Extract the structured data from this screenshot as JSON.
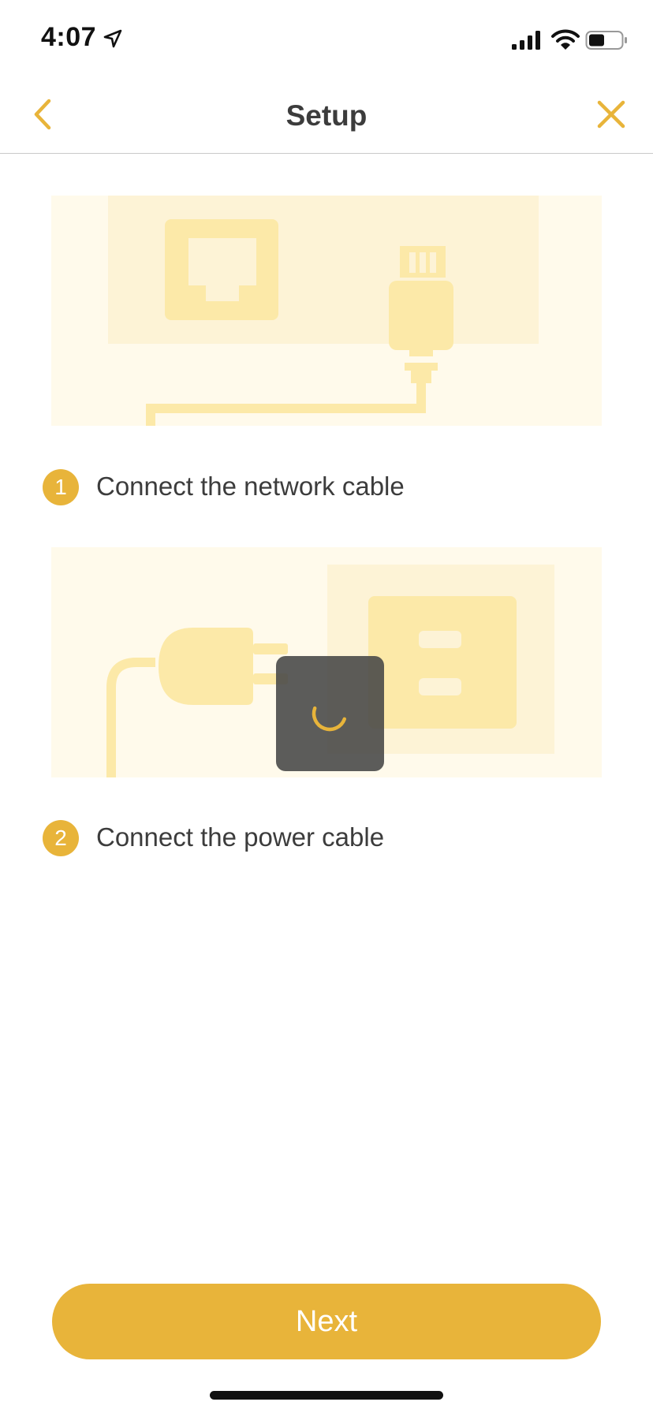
{
  "status_bar": {
    "time": "4:07",
    "icons": [
      "location-arrow-icon",
      "cellular-signal-icon",
      "wifi-icon",
      "battery-icon"
    ]
  },
  "nav": {
    "title": "Setup",
    "back_icon": "chevron-left-icon",
    "close_icon": "close-icon"
  },
  "steps": [
    {
      "number": "1",
      "label": "Connect the network cable",
      "illustration": "network-cable-illustration"
    },
    {
      "number": "2",
      "label": "Connect the power cable",
      "illustration": "power-cable-illustration"
    }
  ],
  "loading": {
    "visible": true,
    "icon": "spinner-icon"
  },
  "footer": {
    "next_label": "Next"
  },
  "colors": {
    "accent": "#e8b43a",
    "illustration_bg": "#fffaeb",
    "illustration_panel": "#fdf3d6",
    "illustration_shape": "#fce9a8",
    "hud_bg": "#464646"
  }
}
